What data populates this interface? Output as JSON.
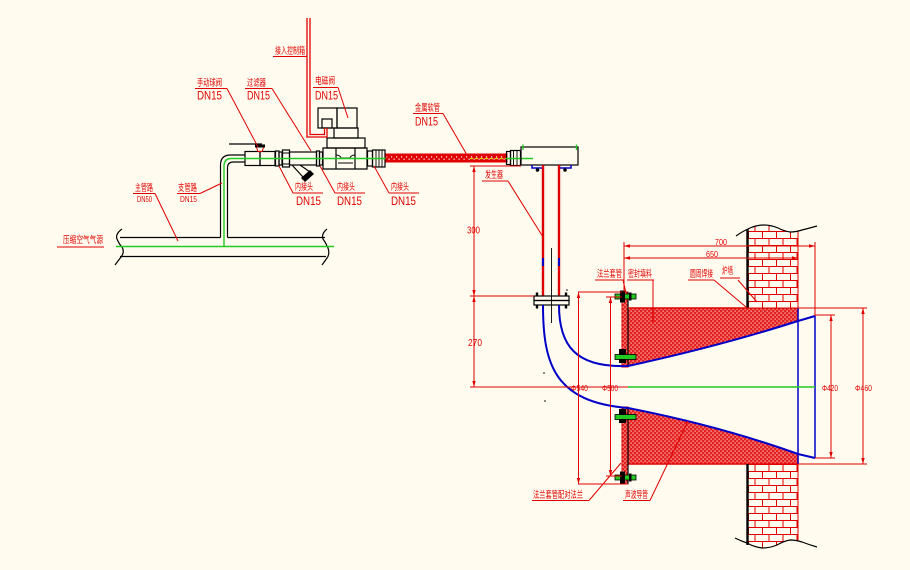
{
  "colors": {
    "background": "#FFFCEF",
    "annotation_red": "#E00000",
    "centerline_green": "#22C922",
    "sound_guide_blue": "#0000C8",
    "outline_black": "#000000"
  },
  "labels": {
    "control_box": "接入控制箱",
    "air_source": "压缩空气气源",
    "main_pipe": {
      "name": "主管路",
      "size": "DN50"
    },
    "branch_pipe": {
      "name": "支管路",
      "size": "DN15"
    },
    "manual_ball_valve": {
      "name": "手动球阀",
      "size": "DN15"
    },
    "filter": {
      "name": "过滤器",
      "size": "DN15"
    },
    "solenoid_valve": {
      "name": "电磁阀",
      "size": "DN15"
    },
    "inner_joints": [
      {
        "name": "内接头",
        "size": "DN15"
      },
      {
        "name": "内接头",
        "size": "DN15"
      },
      {
        "name": "内接头",
        "size": "DN15"
      }
    ],
    "metal_hose": {
      "name": "金属软管",
      "size": "DN15"
    },
    "generator": "发生器",
    "flange_sleeve": "法兰套管",
    "sealing_packing": "密封填料",
    "circumferential_weld": "圆周焊接",
    "furnace_wall": "炉墙",
    "mating_flange": "法兰套管配对法兰",
    "sound_guide_tube": "声波导管"
  },
  "dimensions": {
    "generator_to_flange": "300",
    "flange_to_axis": "270",
    "overall_length": "700",
    "sleeve_length": "650",
    "flange_outer_diameter": "Φ540",
    "flange_inner_diameter": "Φ500",
    "outlet_inner_diameter": "Φ420",
    "outlet_outer_diameter": "Φ460"
  }
}
